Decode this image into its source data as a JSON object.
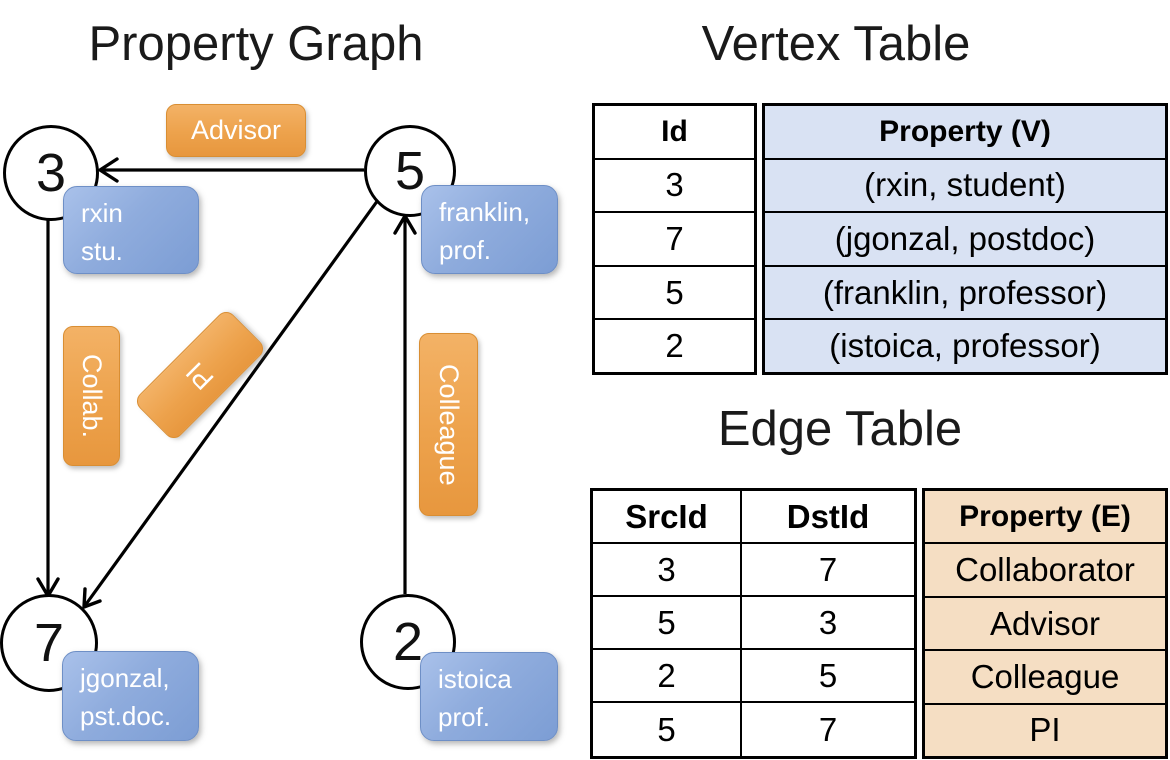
{
  "titles": {
    "graph": "Property Graph",
    "vertex_table": "Vertex Table",
    "edge_table": "Edge Table"
  },
  "graph": {
    "vertices": [
      {
        "id": "3",
        "prop_line1": "rxin",
        "prop_line2": "stu."
      },
      {
        "id": "5",
        "prop_line1": "franklin,",
        "prop_line2": "prof."
      },
      {
        "id": "7",
        "prop_line1": "jgonzal,",
        "prop_line2": "pst.doc."
      },
      {
        "id": "2",
        "prop_line1": "istoica",
        "prop_line2": "prof."
      }
    ],
    "edge_labels": {
      "advisor": "Advisor",
      "collab": "Collab.",
      "pi": "PI",
      "colleague": "Colleague"
    },
    "edges": [
      {
        "src": "5",
        "dst": "3",
        "label": "Advisor"
      },
      {
        "src": "3",
        "dst": "7",
        "label": "Collab."
      },
      {
        "src": "5",
        "dst": "7",
        "label": "PI"
      },
      {
        "src": "2",
        "dst": "5",
        "label": "Colleague"
      }
    ]
  },
  "vertex_table": {
    "headers": {
      "id": "Id",
      "property": "Property (V)"
    },
    "rows": [
      {
        "id": "3",
        "property": "(rxin, student)"
      },
      {
        "id": "7",
        "property": "(jgonzal, postdoc)"
      },
      {
        "id": "5",
        "property": "(franklin, professor)"
      },
      {
        "id": "2",
        "property": "(istoica, professor)"
      }
    ]
  },
  "edge_table": {
    "headers": {
      "src": "SrcId",
      "dst": "DstId",
      "property": "Property (E)"
    },
    "rows": [
      {
        "src": "3",
        "dst": "7",
        "property": "Collaborator"
      },
      {
        "src": "5",
        "dst": "3",
        "property": "Advisor"
      },
      {
        "src": "2",
        "dst": "5",
        "property": "Colleague"
      },
      {
        "src": "5",
        "dst": "7",
        "property": "PI"
      }
    ]
  },
  "colors": {
    "edge_label_orange": "#EDA24C",
    "vertex_property_blue": "#8FACDD",
    "vertex_table_property_fill": "#D9E2F3",
    "edge_table_property_fill": "#F5DEC3",
    "line_black": "#000000",
    "background": "#FFFFFF"
  }
}
